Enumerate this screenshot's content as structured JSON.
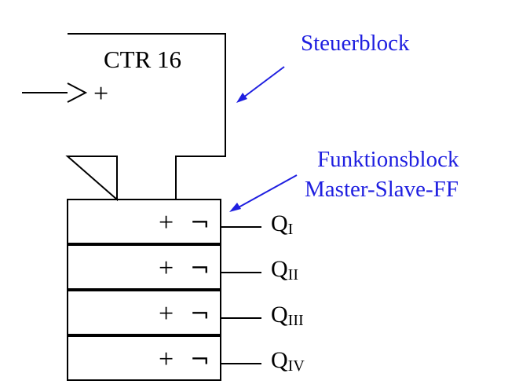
{
  "control_block": {
    "title": "CTR 16",
    "input_symbol": "+",
    "annotation": "Steuerblock"
  },
  "function_block": {
    "annotation_line1": "Funktionsblock",
    "annotation_line2": "Master-Slave-FF",
    "stage_symbol_plus": "+",
    "stage_symbol_not": "¬",
    "outputs": [
      {
        "name": "Q",
        "subscript": "I"
      },
      {
        "name": "Q",
        "subscript": "II"
      },
      {
        "name": "Q",
        "subscript": "III"
      },
      {
        "name": "Q",
        "subscript": "IV"
      }
    ]
  },
  "colors": {
    "ink": "#000000",
    "annotation": "#1f1fe0"
  }
}
